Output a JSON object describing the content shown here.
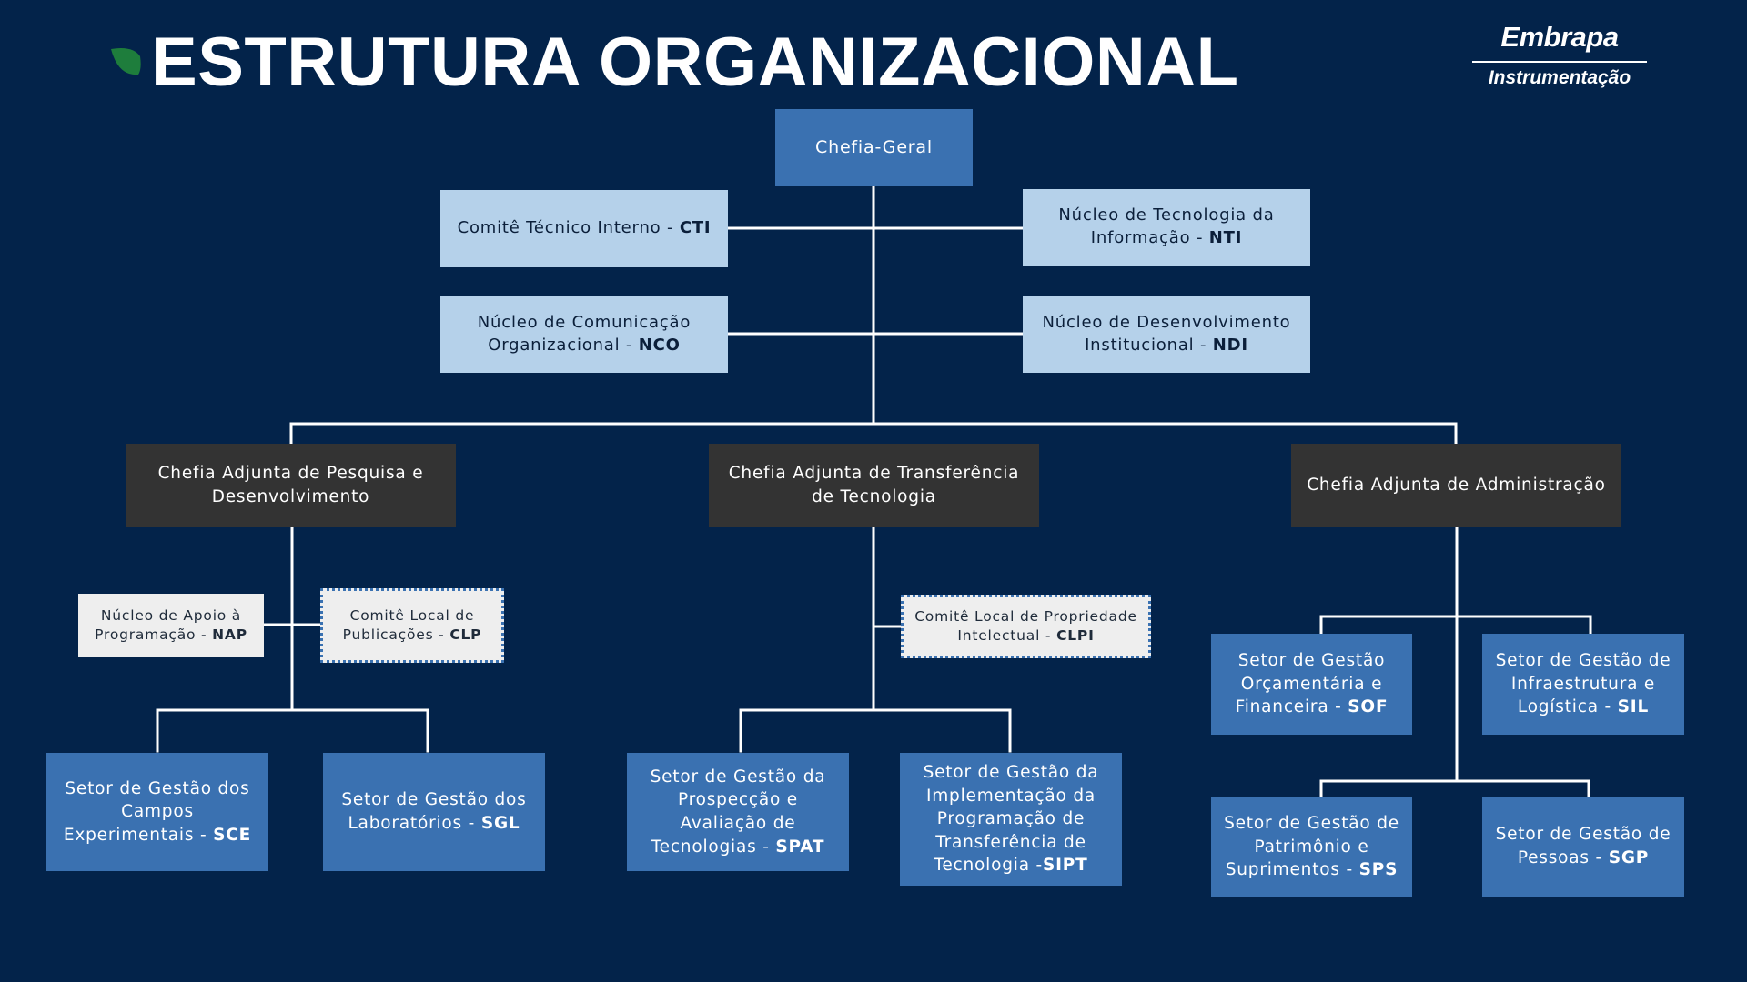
{
  "header": {
    "title": "ESTRUTURA ORGANIZACIONAL",
    "leaf_icon": "leaf-icon",
    "logo": {
      "main": "Embrapa",
      "sub": "Instrumentação"
    }
  },
  "colors": {
    "background": "#03234a",
    "accent_green": "#1e7d3c",
    "primary_blue": "#3a71b1",
    "light_blue": "#b5d1ea",
    "dark_gray": "#333333",
    "connector": "#ffffff"
  },
  "org": {
    "chefia_geral": {
      "label": "Chefia-Geral",
      "code": ""
    },
    "cti": {
      "label": "Comitê Técnico Interno - ",
      "code": "CTI"
    },
    "nti": {
      "label": "Núcleo de Tecnologia da Informação - ",
      "code": "NTI"
    },
    "nco": {
      "label": "Núcleo de Comunicação Organizacional - ",
      "code": "NCO"
    },
    "ndi": {
      "label": "Núcleo de Desenvolvimento Institucional - ",
      "code": "NDI"
    },
    "ca_pd": {
      "label": "Chefia Adjunta de Pesquisa e Desenvolvimento",
      "code": ""
    },
    "ca_tt": {
      "label": "Chefia Adjunta de Transferência de Tecnologia",
      "code": ""
    },
    "ca_adm": {
      "label": "Chefia Adjunta de Administração",
      "code": ""
    },
    "nap": {
      "label": "Núcleo de Apoio à Programação - ",
      "code": "NAP"
    },
    "clp": {
      "label": "Comitê Local de Publicações - ",
      "code": "CLP"
    },
    "clpi": {
      "label": "Comitê Local de Propriedade Intelectual - ",
      "code": "CLPI"
    },
    "sce": {
      "label": "Setor de Gestão dos Campos Experimentais - ",
      "code": "SCE"
    },
    "sgl": {
      "label": "Setor de Gestão dos Laboratórios - ",
      "code": "SGL"
    },
    "spat": {
      "label": "Setor de Gestão da Prospecção e Avaliação de Tecnologias - ",
      "code": "SPAT"
    },
    "sipt": {
      "label": "Setor de Gestão da Implementação da Programação de Transferência de Tecnologia -",
      "code": "SIPT"
    },
    "sof": {
      "label": "Setor de Gestão Orçamentária e Financeira - ",
      "code": "SOF"
    },
    "sil": {
      "label": "Setor de Gestão de Infraestrutura e Logística - ",
      "code": "SIL"
    },
    "sps": {
      "label": "Setor de Gestão de Patrimônio e Suprimentos - ",
      "code": "SPS"
    },
    "sgp": {
      "label": "Setor de Gestão de Pessoas - ",
      "code": "SGP"
    }
  }
}
